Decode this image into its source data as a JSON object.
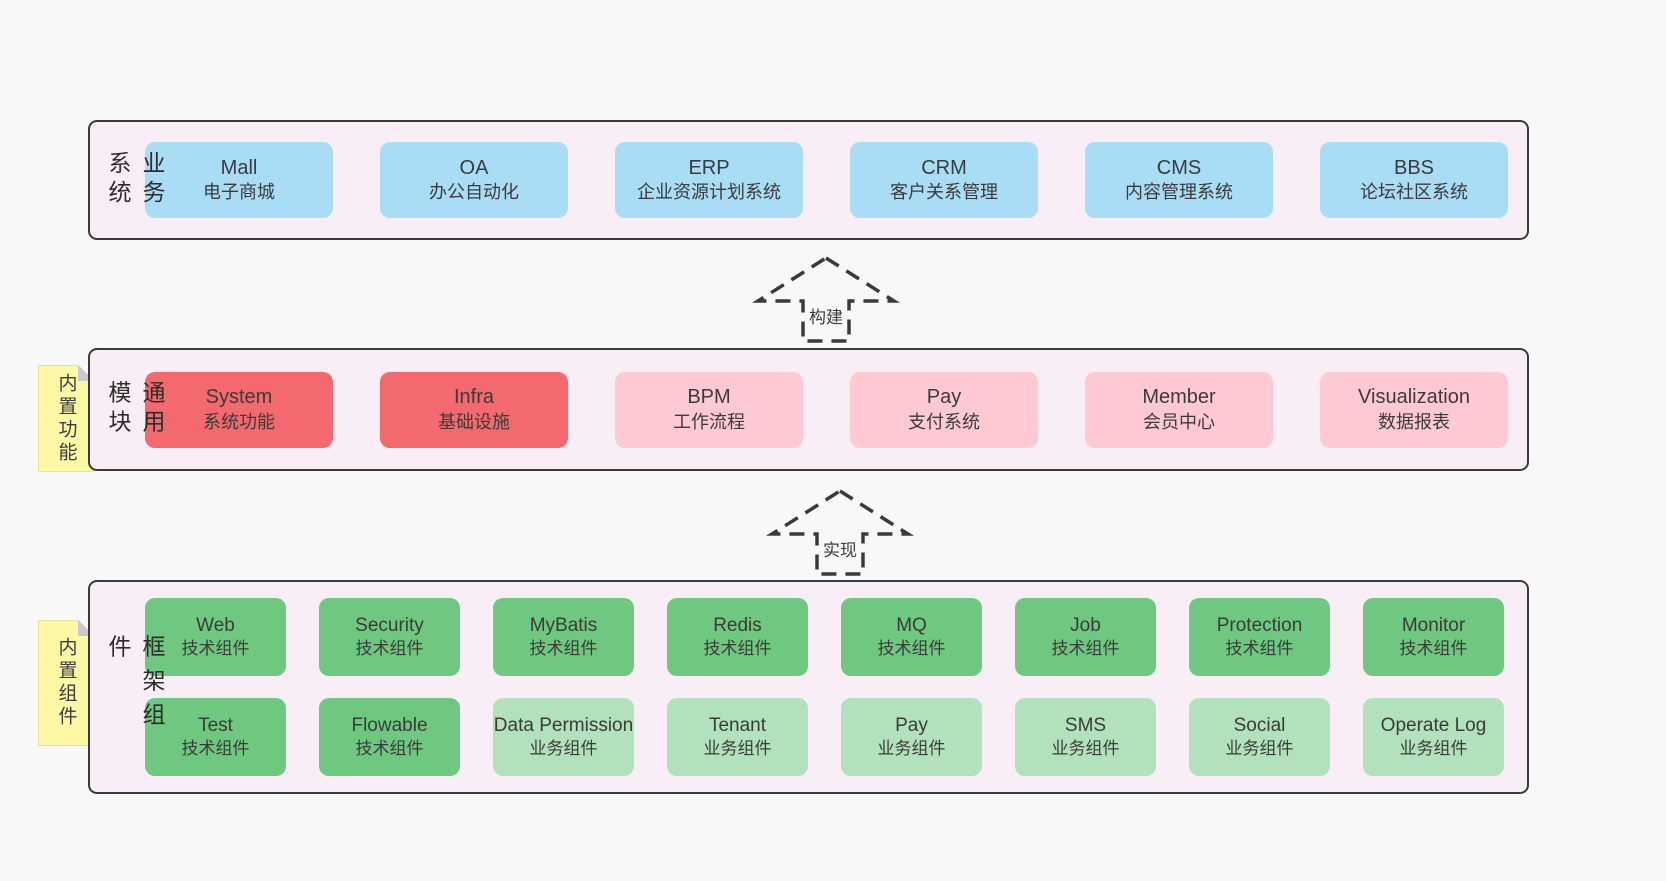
{
  "colors": {
    "page_bg": "#f8f8f8",
    "section_bg": "#f9eef6",
    "section_border": "#3a3a3e",
    "blue": "#a9dcf5",
    "red": "#f4696d",
    "pink": "#fec9d3",
    "green": "#6ec87f",
    "light_green": "#b2e2bb",
    "note_bg": "#fbf9a6",
    "note_fold": "#c9c9cf",
    "text": "#3b3b3b"
  },
  "sections": [
    {
      "name": "business-systems",
      "label": "业务系统",
      "note": null,
      "rows": [
        [
          {
            "title": "Mall",
            "subtitle": "电子商城",
            "variant": "blue"
          },
          {
            "title": "OA",
            "subtitle": "办公自动化",
            "variant": "blue"
          },
          {
            "title": "ERP",
            "subtitle": "企业资源计划系统",
            "variant": "blue"
          },
          {
            "title": "CRM",
            "subtitle": "客户关系管理",
            "variant": "blue"
          },
          {
            "title": "CMS",
            "subtitle": "内容管理系统",
            "variant": "blue"
          },
          {
            "title": "BBS",
            "subtitle": "论坛社区系统",
            "variant": "blue"
          }
        ]
      ]
    },
    {
      "name": "common-modules",
      "label": "通用模块",
      "note": "内置功能",
      "rows": [
        [
          {
            "title": "System",
            "subtitle": "系统功能",
            "variant": "red"
          },
          {
            "title": "Infra",
            "subtitle": "基础设施",
            "variant": "red"
          },
          {
            "title": "BPM",
            "subtitle": "工作流程",
            "variant": "pink"
          },
          {
            "title": "Pay",
            "subtitle": "支付系统",
            "variant": "pink"
          },
          {
            "title": "Member",
            "subtitle": "会员中心",
            "variant": "pink"
          },
          {
            "title": "Visualization",
            "subtitle": "数据报表",
            "variant": "pink"
          }
        ]
      ]
    },
    {
      "name": "framework-components",
      "label": "框架组件",
      "note": "内置组件",
      "rows": [
        [
          {
            "title": "Web",
            "subtitle": "技术组件",
            "variant": "green"
          },
          {
            "title": "Security",
            "subtitle": "技术组件",
            "variant": "green"
          },
          {
            "title": "MyBatis",
            "subtitle": "技术组件",
            "variant": "green"
          },
          {
            "title": "Redis",
            "subtitle": "技术组件",
            "variant": "green"
          },
          {
            "title": "MQ",
            "subtitle": "技术组件",
            "variant": "green"
          },
          {
            "title": "Job",
            "subtitle": "技术组件",
            "variant": "green"
          },
          {
            "title": "Protection",
            "subtitle": "技术组件",
            "variant": "green"
          },
          {
            "title": "Monitor",
            "subtitle": "技术组件",
            "variant": "green"
          }
        ],
        [
          {
            "title": "Test",
            "subtitle": "技术组件",
            "variant": "green"
          },
          {
            "title": "Flowable",
            "subtitle": "技术组件",
            "variant": "green"
          },
          {
            "title": "Data Permission",
            "subtitle": "业务组件",
            "variant": "light-green"
          },
          {
            "title": "Tenant",
            "subtitle": "业务组件",
            "variant": "light-green"
          },
          {
            "title": "Pay",
            "subtitle": "业务组件",
            "variant": "light-green"
          },
          {
            "title": "SMS",
            "subtitle": "业务组件",
            "variant": "light-green"
          },
          {
            "title": "Social",
            "subtitle": "业务组件",
            "variant": "light-green"
          },
          {
            "title": "Operate Log",
            "subtitle": "业务组件",
            "variant": "light-green"
          }
        ]
      ]
    }
  ],
  "arrows": [
    {
      "label": "构建"
    },
    {
      "label": "实现"
    }
  ]
}
